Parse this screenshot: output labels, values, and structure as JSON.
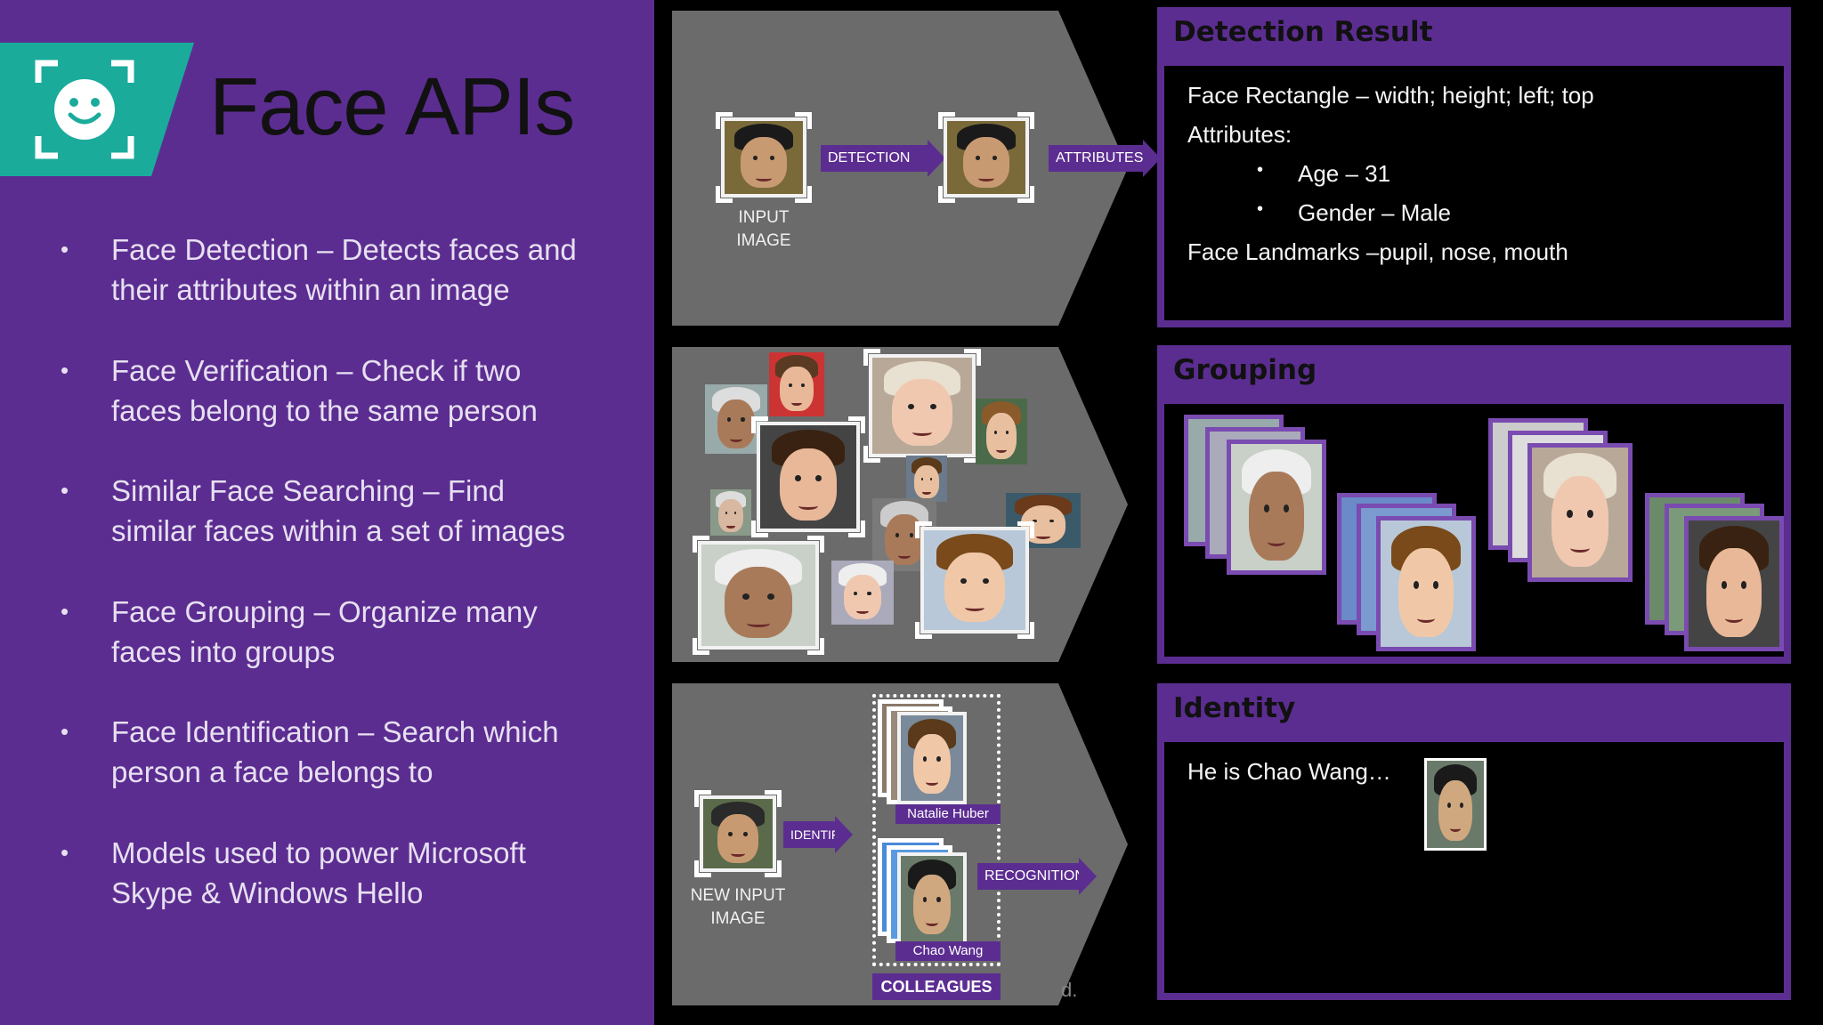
{
  "title": "Face APIs",
  "bullets": [
    {
      "line1": "Face Detection – Detects faces and",
      "line2": "their attributes within an image"
    },
    {
      "line1": "Face Verification – Check if two",
      "line2": "faces belong to the same person"
    },
    {
      "line1": "Similar Face Searching – Find",
      "line2": "similar faces within a set of images"
    },
    {
      "line1": "Face Grouping – Organize many",
      "line2": "faces into groups"
    },
    {
      "line1": "Face Identification – Search which",
      "line2": "person a face belongs to"
    },
    {
      "line1": "Models used to power Microsoft",
      "line2": "Skype & Windows Hello"
    }
  ],
  "bullet_glyph": "•",
  "logo_icon": "smiley-face-scan-icon",
  "detection": {
    "input_caption_1": "INPUT",
    "input_caption_2": "IMAGE",
    "arrow_detection": "DETECTION",
    "arrow_attributes": "ATTRIBUTES"
  },
  "identify": {
    "input_caption_1": "NEW INPUT",
    "input_caption_2": "IMAGE",
    "arrow_identify": "IDENTIFY",
    "arrow_recognition": "RECOGNITION",
    "name_1": "Natalie Huber",
    "name_2": "Chao Wang",
    "group_label": "COLLEAGUES",
    "watermark_fragment": "d."
  },
  "detection_result": {
    "heading": "Detection Result",
    "line_rect": "Face Rectangle – width; height; left; top",
    "line_attrs": "Attributes:",
    "age": "Age – 31",
    "gender": "Gender – Male",
    "line_landmarks": "Face Landmarks –pupil, nose, mouth"
  },
  "grouping": {
    "heading": "Grouping"
  },
  "identity": {
    "heading": "Identity",
    "text": "He is Chao Wang…"
  },
  "colors": {
    "purple": "#5c2d91",
    "teal": "#1aab9b",
    "chevron_gray": "#6b6b6b"
  }
}
